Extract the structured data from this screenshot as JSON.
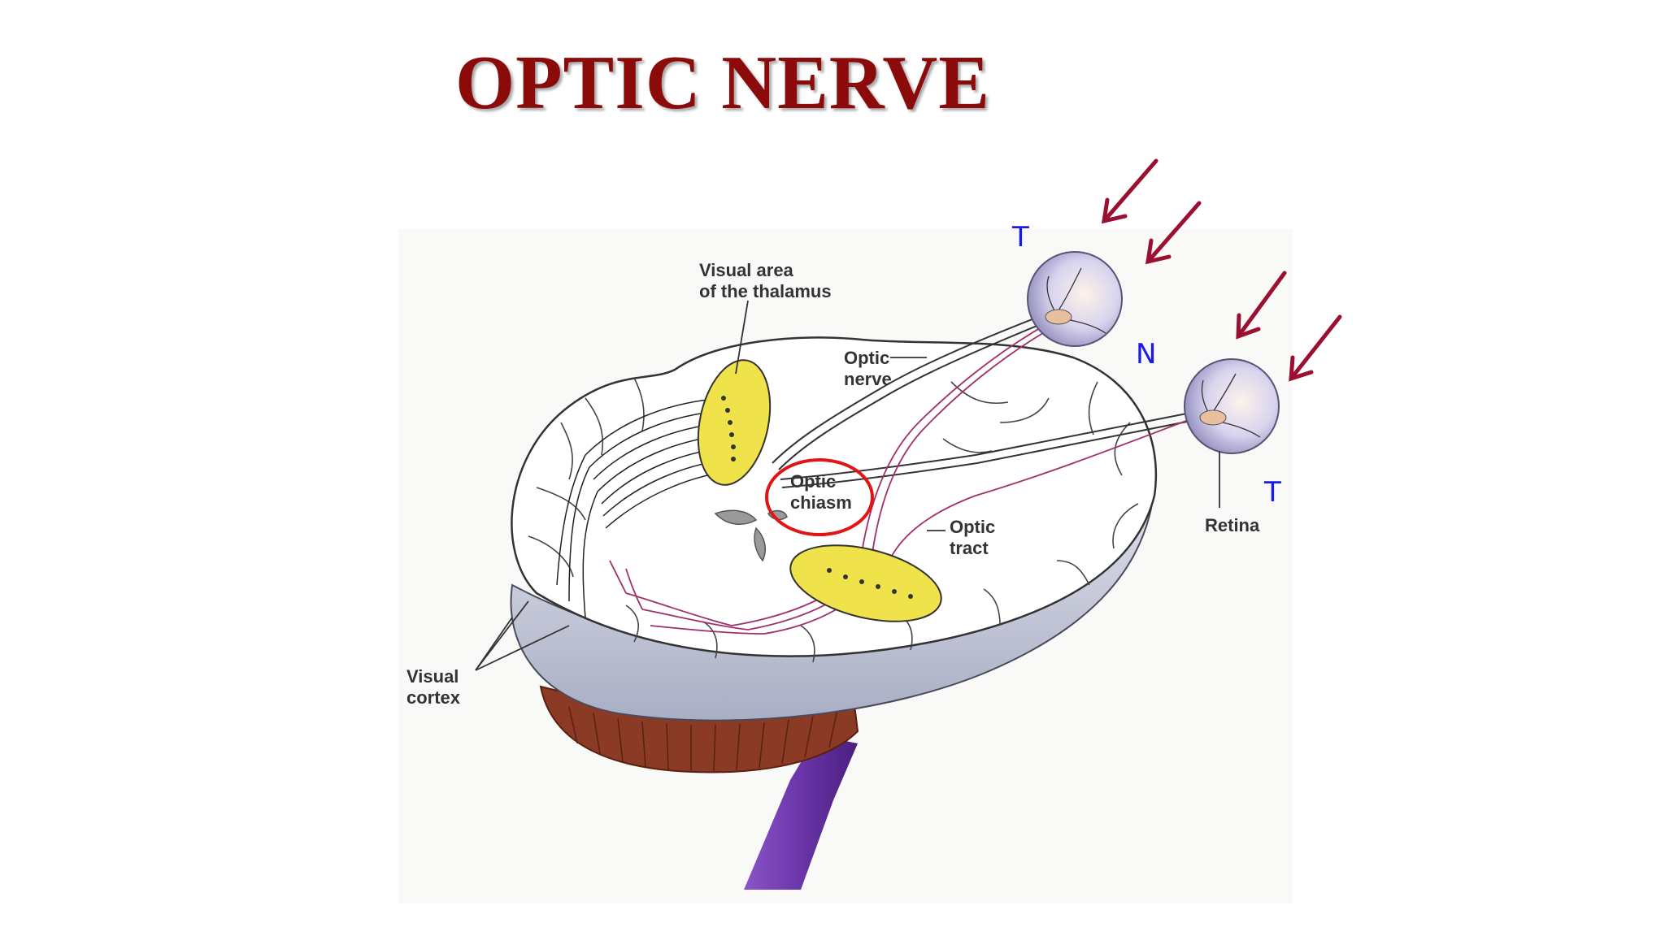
{
  "title": "OPTIC NERVE",
  "labels": {
    "thalamus_line1": "Visual area",
    "thalamus_line2": "of the thalamus",
    "optic_nerve_line1": "Optic",
    "optic_nerve_line2": "nerve",
    "chiasm_line1": "Optic",
    "chiasm_line2": "chiasm",
    "tract_line1": "Optic",
    "tract_line2": "tract",
    "retina": "Retina",
    "cortex_line1": "Visual",
    "cortex_line2": "cortex"
  },
  "markers": {
    "temporal_left_eye": "T",
    "nasal": "N",
    "temporal_right_eye": "T"
  },
  "colors": {
    "title": "#8b0a0a",
    "arrows": "#9b1030",
    "markers": "#1a1ae6",
    "chiasm_circle": "#e01515",
    "thalamus": "#f0e24a",
    "fibers": "#a0306a",
    "brainstem": "#6a35a8"
  }
}
